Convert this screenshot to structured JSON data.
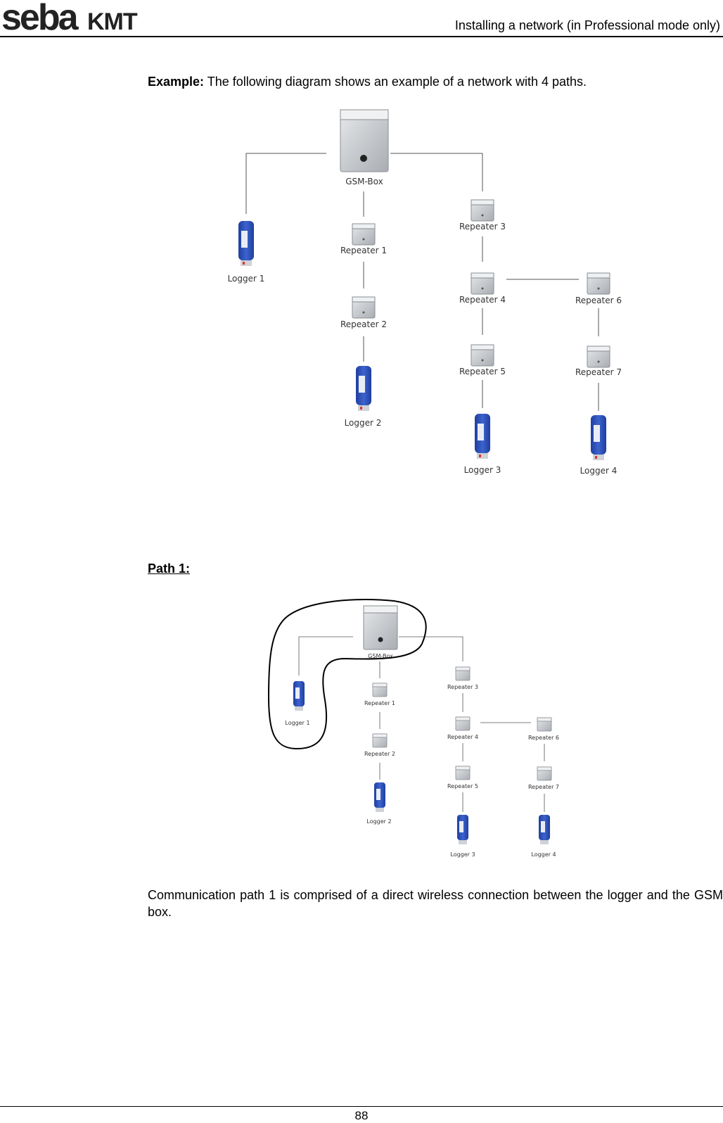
{
  "header": {
    "logo_text": "sebaKMT",
    "title": "Installing a network (in Professional mode only)"
  },
  "intro": {
    "bold": "Example:",
    "text": " The following diagram shows an example of a network with 4 paths."
  },
  "diagram": {
    "gsm_label": "GSM-Box",
    "repeaters": [
      "Repeater 1",
      "Repeater 2",
      "Repeater 3",
      "Repeater 4",
      "Repeater 5",
      "Repeater 6",
      "Repeater 7"
    ],
    "loggers": [
      "Logger 1",
      "Logger 2",
      "Logger 3",
      "Logger 4"
    ]
  },
  "path1": {
    "heading": "Path 1:",
    "description": "Communication path 1 is comprised of a direct wireless connection between the logger and the GSM box."
  },
  "footer": {
    "page_number": "88"
  },
  "colors": {
    "logger_blue": "#2a4fb8",
    "box_grey": "#c9cccf",
    "line": "#555555",
    "highlight": "#000000"
  }
}
